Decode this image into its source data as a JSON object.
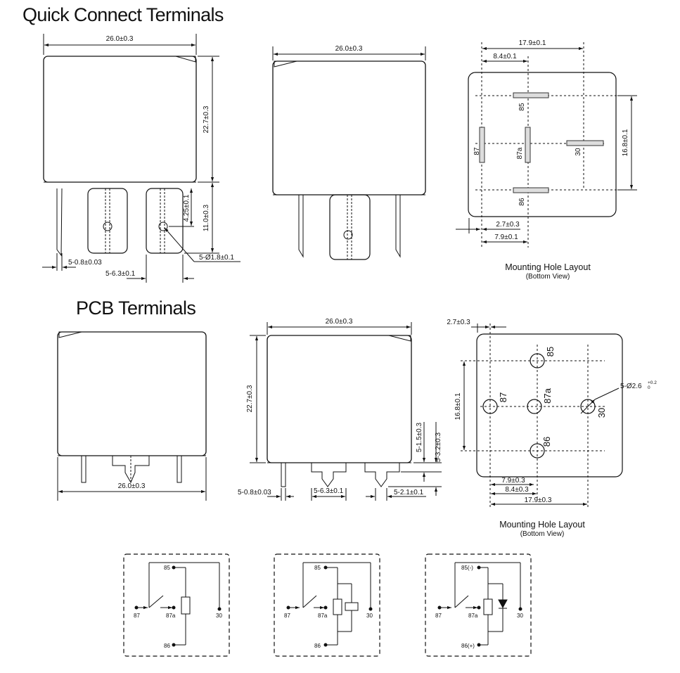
{
  "sections": {
    "quick_connect_title": "Quick Connect Terminals",
    "pcb_title": "PCB Terminals"
  },
  "captions": {
    "mounting_layout": "Mounting Hole Layout",
    "bottom_view": "(Bottom View)"
  },
  "dims": {
    "width": "26.0±0.3",
    "height": "22.7±0.3",
    "qc_terminal_len": "11.0±0.3",
    "qc_hole_offset": "4.25±0.1",
    "qc_terminal_thk": "5-0.8±0.03",
    "qc_terminal_w": "5-6.3±0.1",
    "qc_hole_dia": "5-Ø1.8±0.1",
    "pitch_17_9": "17.9±0.1",
    "pitch_8_4": "8.4±0.1",
    "pitch_16_8": "16.8±0.1",
    "pitch_2_7": "2.7±0.3",
    "pitch_7_9": "7.9±0.1",
    "pcb_1_5": "5-1.5±0.3",
    "pcb_3_2": "5-3.2±0.3",
    "pcb_thk": "5-0.8±0.03",
    "pcb_w1": "5-6.3±0.1",
    "pcb_w2": "5-2.1±0.1",
    "pcb_2_7": "2.7±0.3",
    "pcb_16_8": "16.8±0.1",
    "pcb_7_9": "7.9±0.3",
    "pcb_8_4": "8.4±0.3",
    "pcb_17_9": "17.9±0.3",
    "pcb_hole_dia": "5-Ø2.6",
    "pcb_hole_tol_plus": "+0.2",
    "pcb_hole_tol_zero": "0"
  },
  "pins": {
    "p85": "85",
    "p86": "86",
    "p87": "87",
    "p87a": "87a",
    "p30": "30",
    "p85_neg": "85(-)",
    "p86_pos": "86(+)"
  }
}
